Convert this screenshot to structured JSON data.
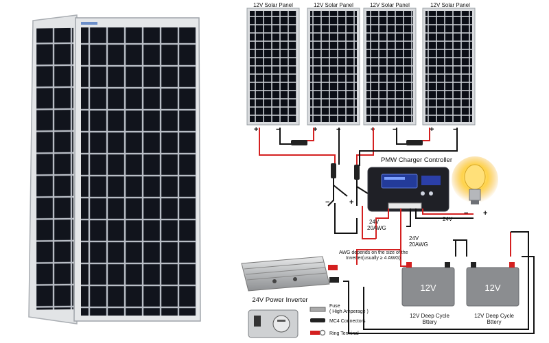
{
  "panels": {
    "label": "12V Solar Panel",
    "count": 4,
    "plus": "+",
    "minus": "−"
  },
  "controller": {
    "label": "PMW Charger Controller"
  },
  "wires": {
    "series_voltage": "24V",
    "series_gauge": "20AWG",
    "battery_voltage": "24V",
    "battery_gauge": "20AWG",
    "load_voltage": "24V",
    "minus": "−",
    "plus": "+"
  },
  "inverter": {
    "label": "24V Power Inverter",
    "awg_note_line1": "AWG depends on the size of the",
    "awg_note_line2": "Inverter(usually ≥ 4 AWG)"
  },
  "batteries": {
    "voltage": "12V",
    "caption_line1": "12V Deep Cycle",
    "caption_line2": "Bttery"
  },
  "legend": {
    "fuse_line1": "Fuse",
    "fuse_line2": "( High Amperage )",
    "mc4": "MC4 Connectors",
    "ring": "Ring Terminal"
  },
  "colors": {
    "red_wire": "#d42020",
    "black_wire": "#111111",
    "cell": "#0c0f17",
    "frame": "#c9ccd0",
    "battery": "#8a8c8f",
    "controller_blue": "#1b2f78"
  }
}
